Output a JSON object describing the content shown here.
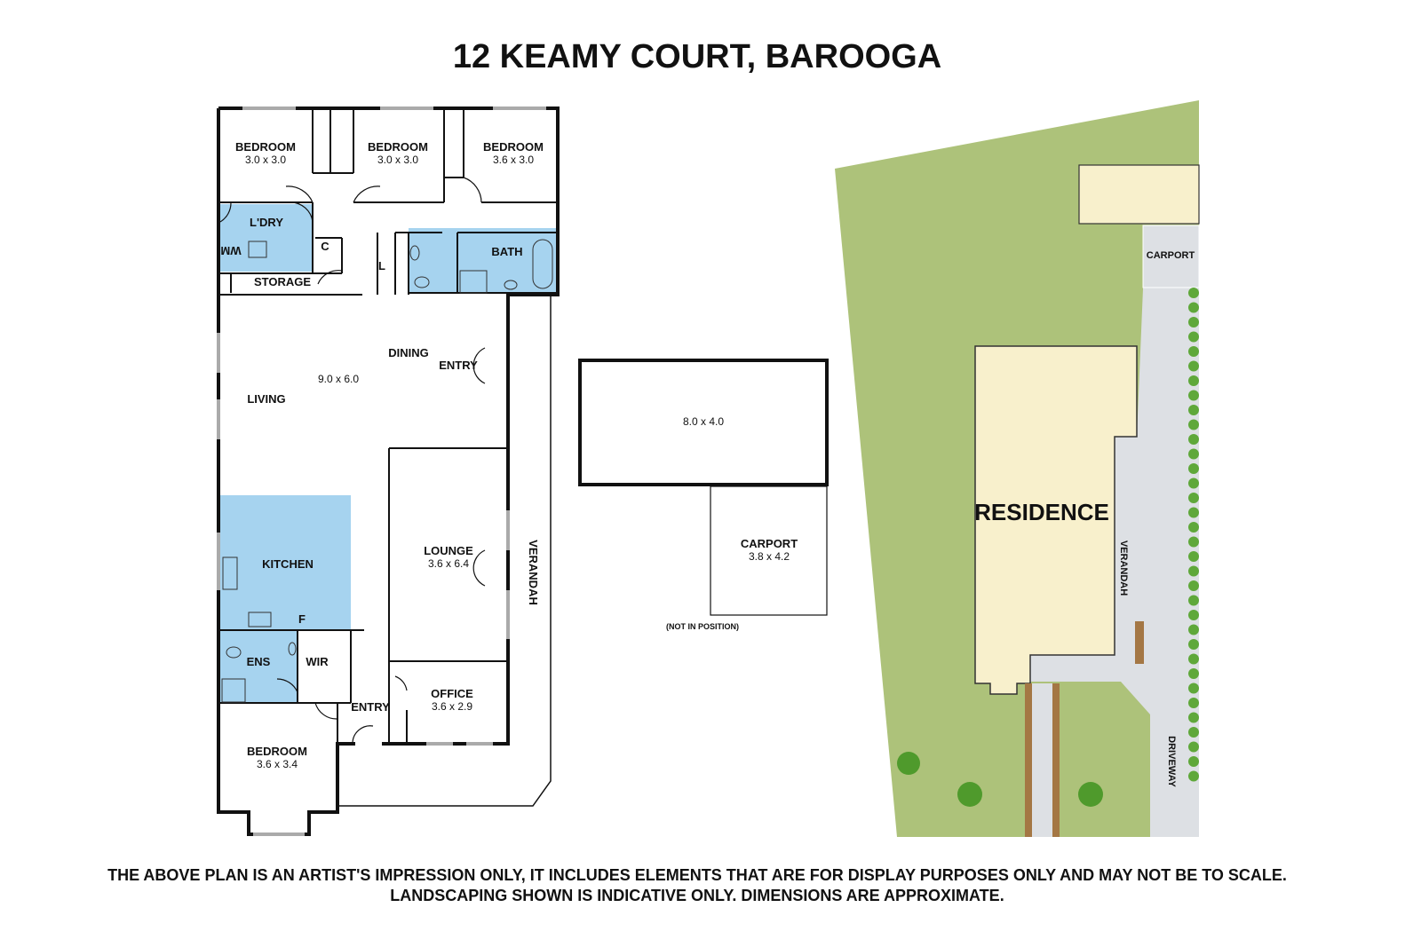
{
  "title": "12 KEAMY COURT, BAROOGA",
  "disclaimer": [
    "THE ABOVE PLAN IS AN ARTIST'S IMPRESSION ONLY, IT INCLUDES ELEMENTS THAT ARE FOR DISPLAY PURPOSES ONLY AND MAY NOT BE TO SCALE.",
    "LANDSCAPING SHOWN IS INDICATIVE ONLY. DIMENSIONS ARE APPROXIMATE."
  ],
  "colors": {
    "wet_area": "#a6d3ef",
    "lawn": "#adc27a",
    "building": "#f8f0cc",
    "paving": "#dde0e4",
    "garden_bed": "#a47744",
    "hedge": "#5fa83a"
  },
  "floor_plan": {
    "rooms": [
      {
        "name": "BEDROOM",
        "size": "3.0 x 3.0"
      },
      {
        "name": "BEDROOM",
        "size": "3.0 x 3.0"
      },
      {
        "name": "BEDROOM",
        "size": "3.6 x 3.0"
      },
      {
        "name": "L'DRY"
      },
      {
        "name": "WM"
      },
      {
        "name": "C"
      },
      {
        "name": "STORAGE"
      },
      {
        "name": "L"
      },
      {
        "name": "BATH"
      },
      {
        "name": "DINING"
      },
      {
        "name": "ENTRY"
      },
      {
        "name": "LIVING"
      },
      {
        "size": "9.0 x 6.0"
      },
      {
        "name": "KITCHEN"
      },
      {
        "name": "F"
      },
      {
        "name": "LOUNGE",
        "size": "3.6 x 6.4"
      },
      {
        "name": "VERANDAH"
      },
      {
        "name": "ENS"
      },
      {
        "name": "WIR"
      },
      {
        "name": "ENTRY"
      },
      {
        "name": "OFFICE",
        "size": "3.6 x 2.9"
      },
      {
        "name": "BEDROOM",
        "size": "3.6 x 3.4"
      }
    ]
  },
  "outbuilding": {
    "shed_size": "8.0 x 4.0",
    "carport_name": "CARPORT",
    "carport_size": "3.8 x 4.2",
    "note": "(NOT IN POSITION)"
  },
  "site_plan": {
    "residence": "RESIDENCE",
    "carport": "CARPORT",
    "verandah": "VERANDAH",
    "driveway": "DRIVEWAY"
  }
}
